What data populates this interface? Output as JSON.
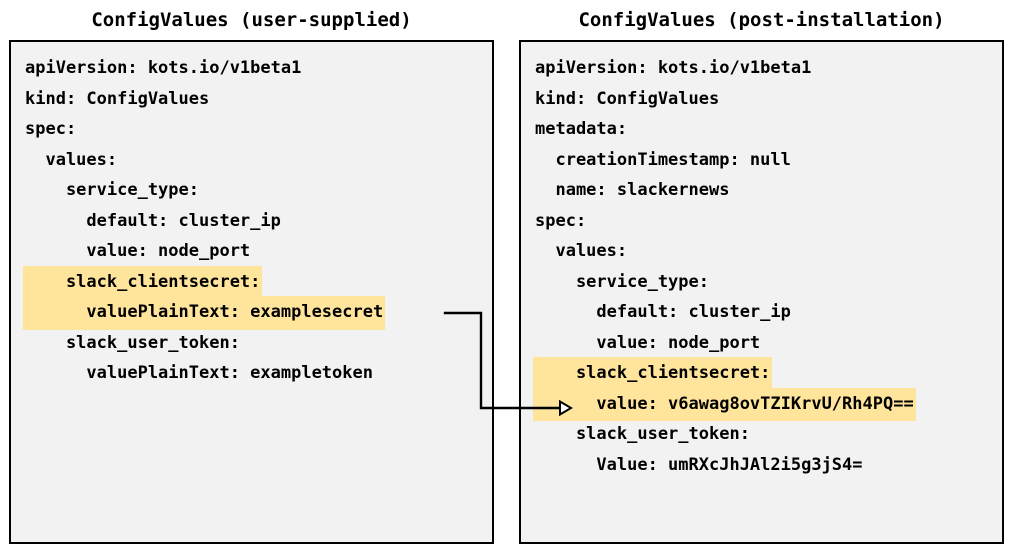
{
  "panels": [
    {
      "title": "ConfigValues (user-supplied)",
      "lines": [
        {
          "text": "apiVersion: kots.io/v1beta1",
          "highlight": false
        },
        {
          "text": "kind: ConfigValues",
          "highlight": false
        },
        {
          "text": "spec:",
          "highlight": false
        },
        {
          "text": "  values:",
          "highlight": false
        },
        {
          "text": "    service_type:",
          "highlight": false
        },
        {
          "text": "      default: cluster_ip",
          "highlight": false
        },
        {
          "text": "      value: node_port",
          "highlight": false
        },
        {
          "text": "    slack_clientsecret:",
          "highlight": true
        },
        {
          "text": "      valuePlainText: examplesecret",
          "highlight": true
        },
        {
          "text": "    slack_user_token:",
          "highlight": false
        },
        {
          "text": "      valuePlainText: exampletoken",
          "highlight": false
        }
      ]
    },
    {
      "title": "ConfigValues (post-installation)",
      "lines": [
        {
          "text": "apiVersion: kots.io/v1beta1",
          "highlight": false
        },
        {
          "text": "kind: ConfigValues",
          "highlight": false
        },
        {
          "text": "metadata:",
          "highlight": false
        },
        {
          "text": "  creationTimestamp: null",
          "highlight": false
        },
        {
          "text": "  name: slackernews",
          "highlight": false
        },
        {
          "text": "spec:",
          "highlight": false
        },
        {
          "text": "  values:",
          "highlight": false
        },
        {
          "text": "    service_type:",
          "highlight": false
        },
        {
          "text": "      default: cluster_ip",
          "highlight": false
        },
        {
          "text": "      value: node_port",
          "highlight": false
        },
        {
          "text": "    slack_clientsecret:",
          "highlight": true
        },
        {
          "text": "      value: v6awag8ovTZIKrvU/Rh4PQ==",
          "highlight": true
        },
        {
          "text": "    slack_user_token:",
          "highlight": false
        },
        {
          "text": "      Value: umRXcJhJAl2i5g3jS4=",
          "highlight": false
        }
      ]
    }
  ],
  "connector": {
    "label": "encrypted-value-mapping-arrow",
    "from": "valuePlainText: examplesecret",
    "to": "value: v6awag8ovTZIKrvU/Rh4PQ=="
  },
  "colors": {
    "highlight": "#ffe49b",
    "panel_background": "#f2f2f2",
    "border": "#000000",
    "text": "#000000",
    "page_background": "#ffffff"
  }
}
